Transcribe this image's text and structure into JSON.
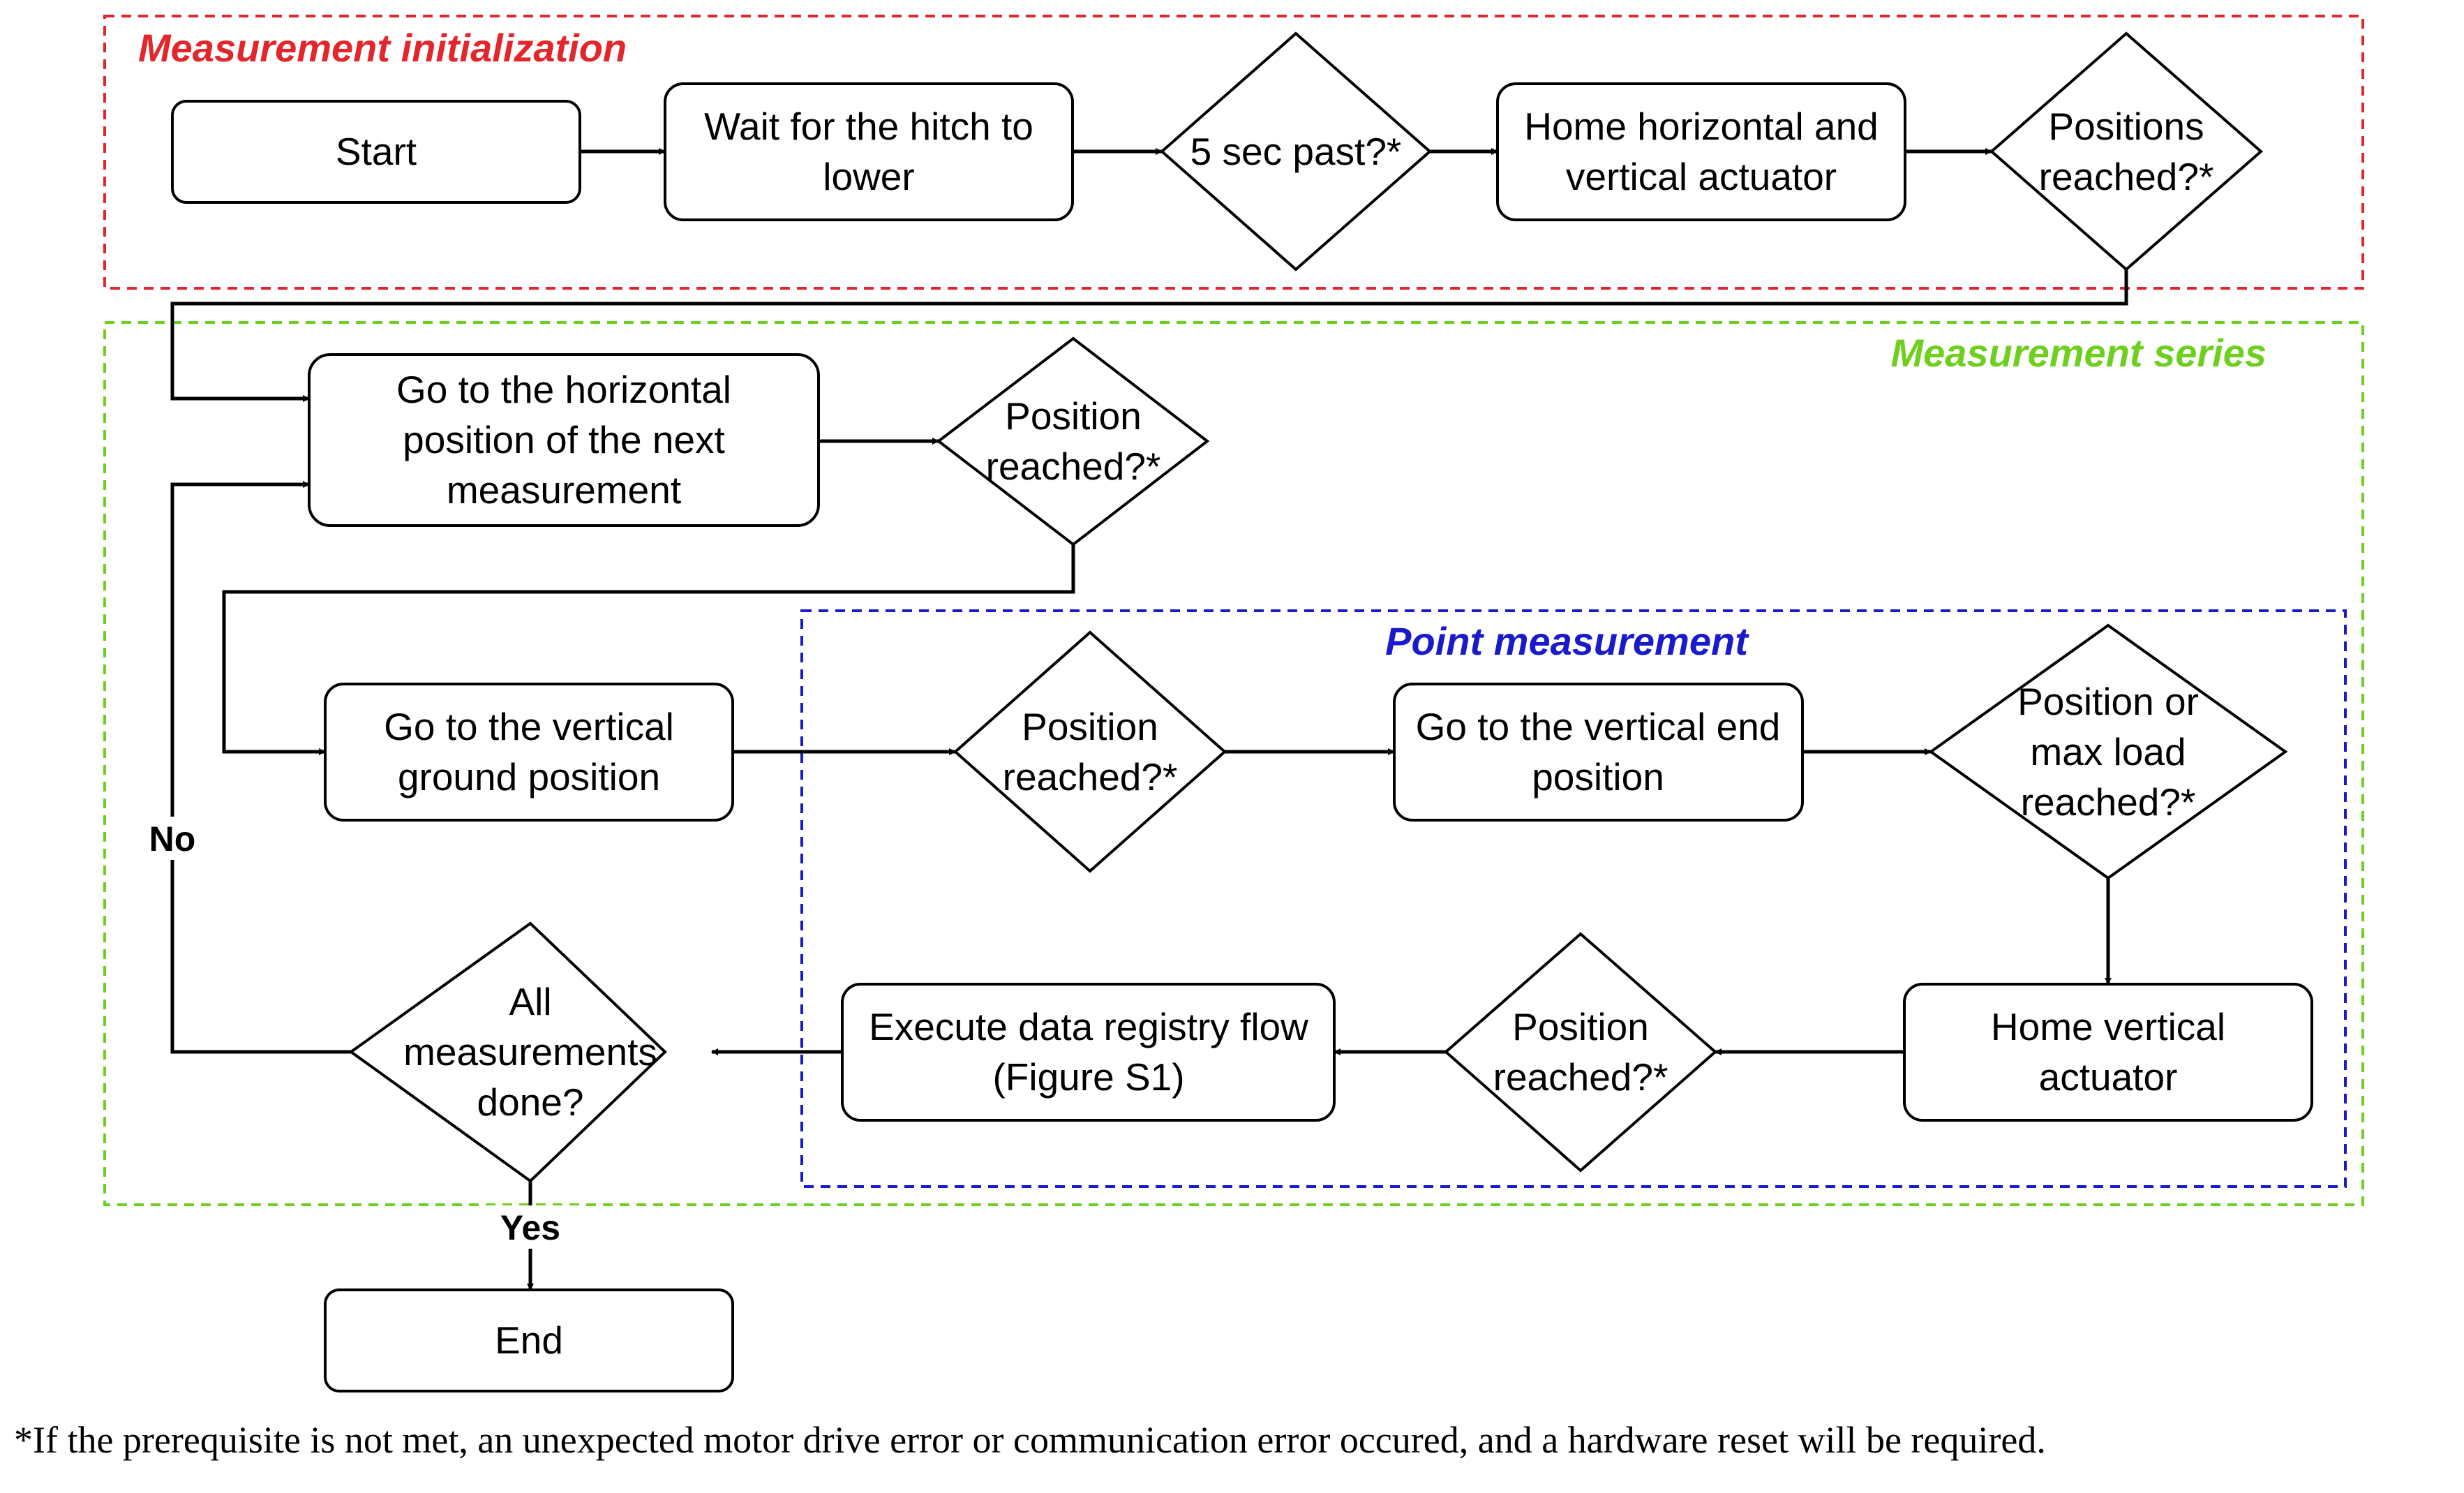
{
  "groups": {
    "init": {
      "title": "Measurement initialization",
      "color": "#e3262b"
    },
    "series": {
      "title": "Measurement series",
      "color": "#6fcf1f"
    },
    "point": {
      "title": "Point measurement",
      "color": "#1a1acd"
    }
  },
  "nodes": {
    "start": {
      "lines": [
        "Start"
      ]
    },
    "wait_hitch": {
      "lines": [
        "Wait for the hitch to",
        "lower"
      ]
    },
    "five_sec": {
      "lines": [
        "5 sec past?*"
      ]
    },
    "home_hv": {
      "lines": [
        "Home horizontal and",
        "vertical actuator"
      ]
    },
    "positions_reached": {
      "lines": [
        "Positions",
        "reached?*"
      ]
    },
    "goto_horizontal": {
      "lines": [
        "Go to the horizontal",
        "position of the next",
        "measurement"
      ]
    },
    "pos_reached_1": {
      "lines": [
        "Position",
        "reached?*"
      ]
    },
    "goto_vertical_ground": {
      "lines": [
        "Go to the vertical",
        "ground position"
      ]
    },
    "pos_reached_2": {
      "lines": [
        "Position",
        "reached?*"
      ]
    },
    "goto_vertical_end": {
      "lines": [
        "Go to the vertical end",
        "position"
      ]
    },
    "pos_or_max_load": {
      "lines": [
        "Position or",
        "max load",
        "reached?*"
      ]
    },
    "home_vertical": {
      "lines": [
        "Home vertical",
        "actuator"
      ]
    },
    "pos_reached_3": {
      "lines": [
        "Position",
        "reached?*"
      ]
    },
    "execute_registry": {
      "lines": [
        "Execute data registry flow",
        "(Figure S1)"
      ]
    },
    "all_done": {
      "lines": [
        "All",
        "measurements",
        "done?"
      ]
    },
    "end": {
      "lines": [
        "End"
      ]
    }
  },
  "edge_labels": {
    "no": "No",
    "yes": "Yes"
  },
  "footnote": "*If the prerequisite is not met, an unexpected motor drive error or communication error occured, and a hardware reset will be required."
}
